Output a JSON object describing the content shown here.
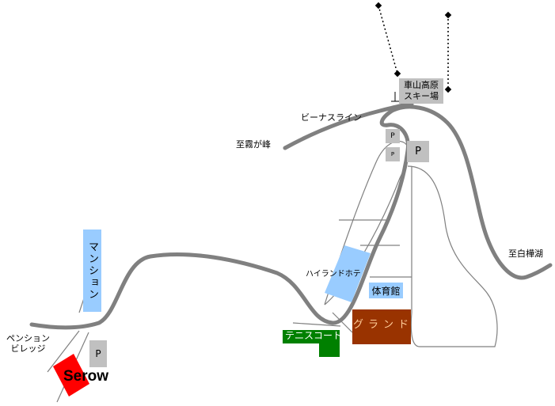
{
  "labels": {
    "ski_area": [
      "車山高原",
      "スキー場"
    ],
    "venus_line": "ビーナスライン",
    "to_kirigamine": "至霧が峰",
    "to_shirakaba": "至白樺湖",
    "highland_hotel": "ハイランドホテ",
    "gym": "体育館",
    "ground": "グランド",
    "tennis": "テニスコート",
    "mansion": "マンション",
    "pension_village": [
      "ペンション",
      "ビレッジ"
    ],
    "serow": "Serow",
    "parking": "P"
  },
  "colors": {
    "road": "#808080",
    "thin_road": "#808080",
    "parking_box": "#c0c0c0",
    "building_blue": "#99ccff",
    "ground_brown": "#993300",
    "tennis_green": "#008000",
    "serow_red": "#ff0000"
  }
}
